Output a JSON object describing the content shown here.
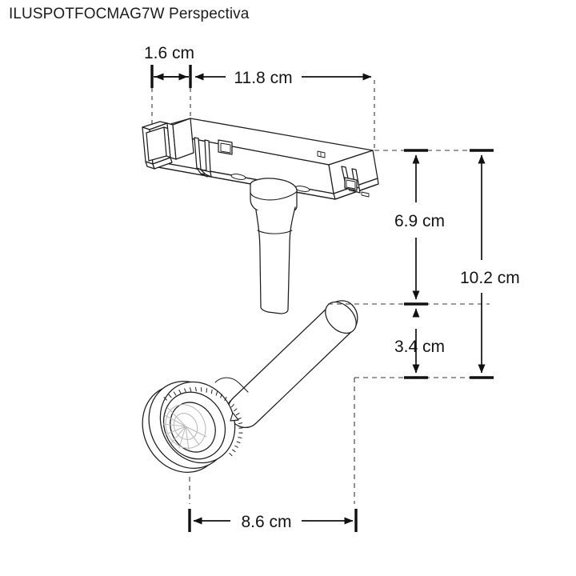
{
  "document": {
    "title": "ILUSPOTFOCMAG7W Perspectiva",
    "product_code": "ILUSPOTFOCMAG7W",
    "view_name": "Perspectiva",
    "background_color": "#ffffff",
    "line_color": "#1a1a1a",
    "text_color": "#141414",
    "shading_color": "#bfbfbf"
  },
  "drawing": {
    "type": "technical-dimension-drawing",
    "subject": "magnetic track spotlight",
    "unit": "cm",
    "components": [
      {
        "name": "track-adapter-bar",
        "description": "magnetic track mount housing"
      },
      {
        "name": "swivel-joint",
        "description": "cylindrical rotation joint"
      },
      {
        "name": "support-arm",
        "description": "tapered stem arm"
      },
      {
        "name": "lamp-head",
        "description": "cylindrical spotlight barrel"
      },
      {
        "name": "focus-ring",
        "description": "knurled adjustable focus ring"
      },
      {
        "name": "lens-reflector",
        "description": "front lens and reflector"
      },
      {
        "name": "index-marker",
        "description": "triangle alignment marker"
      }
    ]
  },
  "dimensions": {
    "top": [
      {
        "id": "bracket-width",
        "label": "1.6 cm",
        "value": 1.6,
        "unit": "cm",
        "orientation": "horizontal"
      },
      {
        "id": "bar-length",
        "label": "11.8 cm",
        "value": 11.8,
        "unit": "cm",
        "orientation": "horizontal"
      }
    ],
    "right": [
      {
        "id": "arm-height",
        "label": "6.9 cm",
        "value": 6.9,
        "unit": "cm",
        "orientation": "vertical"
      },
      {
        "id": "head-height",
        "label": "3.4 cm",
        "value": 3.4,
        "unit": "cm",
        "orientation": "vertical"
      },
      {
        "id": "total-height",
        "label": "10.2 cm",
        "value": 10.2,
        "unit": "cm",
        "orientation": "vertical"
      }
    ],
    "bottom": [
      {
        "id": "head-length",
        "label": "8.6 cm",
        "value": 8.6,
        "unit": "cm",
        "orientation": "horizontal"
      }
    ]
  }
}
